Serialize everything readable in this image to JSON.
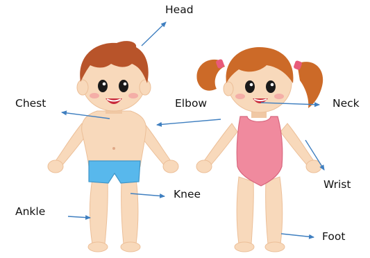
{
  "labels": {
    "head": "Head",
    "chest": "Chest",
    "elbow": "Elbow",
    "neck": "Neck",
    "knee": "Knee",
    "wrist": "Wrist",
    "ankle": "Ankle",
    "foot": "Foot"
  },
  "colors": {
    "arrow": "#3f7fc0",
    "skin": "#f8d9bb",
    "skin_shadow": "#ecbf98",
    "boy_hair": "#b8542a",
    "girl_hair": "#cc6a28",
    "boy_shorts": "#58b8ec",
    "girl_swimsuit": "#f08a9e",
    "hair_band": "#e85a7a",
    "cheek": "#f3a3a3",
    "mouth": "#c8283a"
  }
}
